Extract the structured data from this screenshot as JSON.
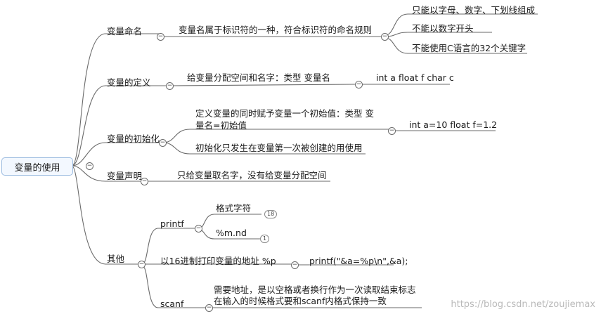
{
  "root": "变量的使用",
  "naming": {
    "label": "变量命名",
    "desc": "变量名属于标识符的一种，符合标识符的命名规则",
    "rules": [
      "只能以字母、数字、下划线组成",
      "不能以数字开头",
      "不能使用C语言的32个关键字"
    ]
  },
  "definition": {
    "label": "变量的定义",
    "desc": "给变量分配空间和名字：类型    变量名",
    "example": "int a    float f    char c"
  },
  "init": {
    "label": "变量的初始化",
    "desc": "定义变量的同时赋予变量一个初始值：类型 变量名=初始值",
    "example": "int a=10      float f=1.2",
    "note": "初始化只发生在变量第一次被创建的用使用"
  },
  "declare": {
    "label": "变量声明",
    "desc": "只给变量取名字，没有给变量分配空间"
  },
  "other": {
    "label": "其他",
    "printf": {
      "label": "printf",
      "format": "格式字符",
      "format_count": "18",
      "width": "%m.nd",
      "width_count": "1"
    },
    "address": {
      "label": "以16进制打印变量的地址 %p",
      "example": "printf(\"&a=%p\\n\",&a);"
    },
    "scanf": {
      "label": "scanf",
      "notes": [
        "需要地址，是以空格或者换行作为一次读取结束标志",
        "在输入的时候格式要和scanf内格式保持一致"
      ]
    }
  },
  "watermark": "https://blog.csdn.net/zoujiemax",
  "toggle_symbol": "−"
}
